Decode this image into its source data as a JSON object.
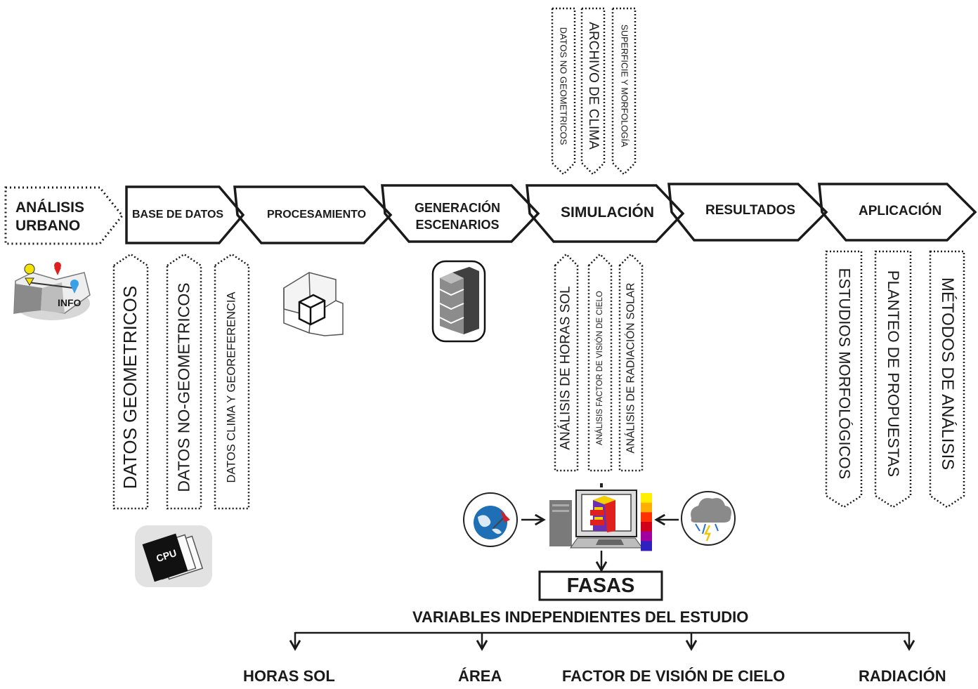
{
  "phases": [
    {
      "id": "analisis",
      "label": "ANÁLISIS\nURBANO",
      "style": "dotted"
    },
    {
      "id": "base",
      "label": "BASE DE DATOS",
      "style": "solid"
    },
    {
      "id": "proc",
      "label": "PROCESAMIENTO",
      "style": "solid"
    },
    {
      "id": "gen",
      "label": "GENERACIÓN\nESCENARIOS",
      "style": "solid"
    },
    {
      "id": "sim",
      "label": "SIMULACIÓN",
      "style": "solid"
    },
    {
      "id": "res",
      "label": "RESULTADOS",
      "style": "solid"
    },
    {
      "id": "apl",
      "label": "APLICACIÓN",
      "style": "solid"
    }
  ],
  "simulation_inputs": [
    "DATOS NO GEOMETRICOS",
    "ARCHIVO DE CLIMA",
    "SUPERFICIE Y MORFOLOGÍA"
  ],
  "database_outputs": [
    "DATOS GEOMETRICOS",
    "DATOS NO-GEOMETRICOS",
    "DATOS CLIMA Y GEOREFERENCIA"
  ],
  "simulation_outputs": [
    "ANÁLISIS DE HORAS SOL",
    "ANÁLISIS FACTOR DE VISIÓN DE CIELO",
    "ANÁLISIS DE RADIACIÓN SOLAR"
  ],
  "application_outputs": [
    "ESTUDIOS MORFOLÓGICOS",
    "PLANTEO DE PROPUESTAS",
    "MÉTODOS DE ANÁLISIS"
  ],
  "icons": {
    "map_label": "INFO",
    "cpu_label": "CPU"
  },
  "fasas_label": "FASAS",
  "variables_title": "VARIABLES INDEPENDIENTES DEL ESTUDIO",
  "variables": [
    "HORAS SOL",
    "ÁREA",
    "FACTOR DE VISIÓN DE CIELO",
    "RADIACIÓN"
  ],
  "colors": {
    "stroke": "#1a1a1a",
    "globe": "#1e6fb5",
    "scale": [
      "#ffef00",
      "#ffb000",
      "#ff3000",
      "#d0001a",
      "#a000a0",
      "#3020c0"
    ],
    "building_red": "#e0201e",
    "building_purple": "#6a2fb0",
    "building_yellow": "#f5d000"
  }
}
